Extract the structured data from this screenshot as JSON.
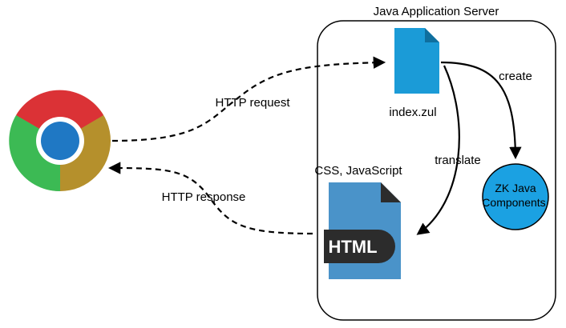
{
  "diagram": {
    "server_title": "Java Application Server",
    "index_file_label": "index.zul",
    "create_label": "create",
    "translate_label": "translate",
    "css_js_label": "CSS, JavaScript",
    "http_request_label": "HTTP request",
    "http_response_label": "HTTP response",
    "html_badge_text": "HTML",
    "zk_line1": "ZK Java",
    "zk_line2": "Components",
    "colors": {
      "file_blue": "#1b9bd7",
      "html_doc_blue": "#4a93c9",
      "zk_circle": "#1ba1e2",
      "chrome_red": "#db3236",
      "chrome_green": "#3cba54",
      "chrome_yellow": "#b5902c",
      "chrome_center": "#1f78c4"
    }
  }
}
